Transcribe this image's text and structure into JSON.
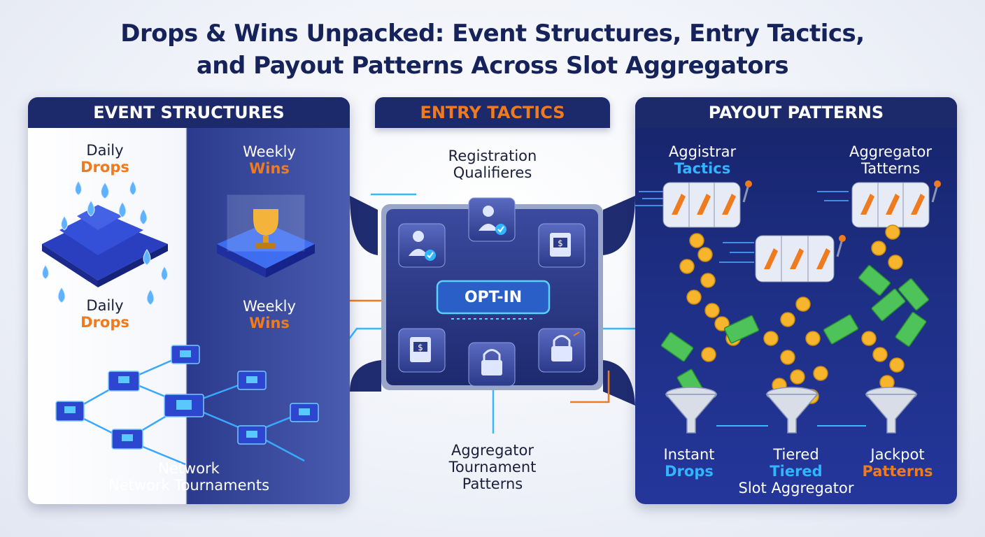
{
  "title": {
    "line1": "Drops & Wins Unpacked: Event Structures, Entry Tactics,",
    "line2": "and Payout Patterns Across Slot Aggregators"
  },
  "event_structures": {
    "header": "EVENT STRUCTURES",
    "daily_top": [
      "Daily",
      "Drops"
    ],
    "daily_bottom": [
      "Daily",
      "Drops"
    ],
    "weekly_top": [
      "Weekly",
      "Wins"
    ],
    "weekly_bottom": [
      "Weekly",
      "Wins"
    ],
    "network": [
      "Network",
      "Network Tournaments"
    ]
  },
  "entry_tactics": {
    "header": "ENTRY TACTICS",
    "registration": [
      "Registration",
      "Qualifieres"
    ],
    "opt_in": "OPT-IN",
    "aggregator": [
      "Aggregator",
      "Tournament",
      "Patterns"
    ]
  },
  "payout_patterns": {
    "header": "PAYOUT PATTERNS",
    "aggistrar": [
      "Aggistrar",
      "Tactics"
    ],
    "aggregator": [
      "Aggregator",
      "Tatterns"
    ],
    "instant": [
      "Instant",
      "Drops"
    ],
    "tiered": [
      "Tiered",
      "Tiered",
      "Slot Aggregator"
    ],
    "jackpot": [
      "Jackpot",
      "Patterns"
    ]
  },
  "colors": {
    "navy": "#1c2a6b",
    "orange": "#f07a1e",
    "cyan": "#2fb6ff",
    "blue": "#3347c4"
  }
}
